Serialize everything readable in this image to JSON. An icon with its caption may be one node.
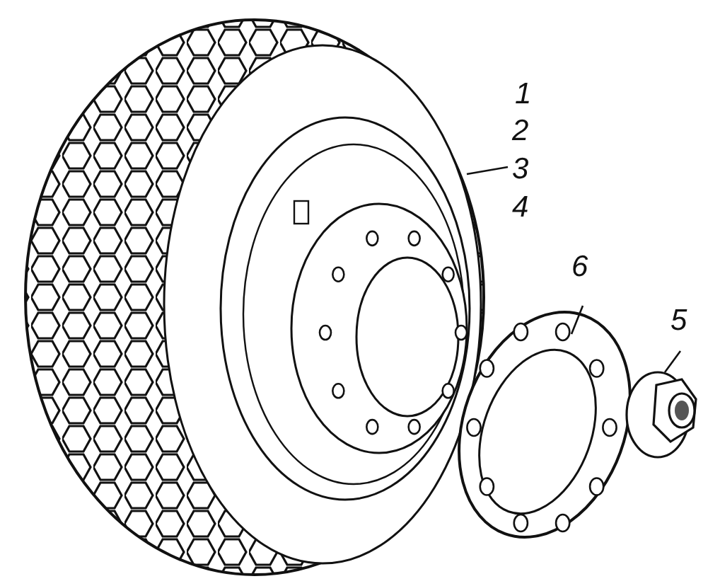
{
  "diagram": {
    "nodes": [
      {
        "text": [
          "2"
        ]
      },
      {
        "text": [],
        "shape": "picture"
      },
      {
        "text": [
          "6"
        ]
      },
      {
        "text": [],
        "shape": "picture"
      },
      {
        "text": [
          "5"
        ]
      },
      {
        "text": [],
        "shape": "picture"
      }
    ],
    "edges": [
      {
        "from": 0,
        "to": 1,
        "arrow": "none"
      },
      {
        "from": 2,
        "to": 3,
        "arrow": "none"
      },
      {
        "from": 4,
        "to": 5,
        "arrow": "none"
      }
    ],
    "labels": [
      "1",
      "3",
      "4"
    ]
  }
}
